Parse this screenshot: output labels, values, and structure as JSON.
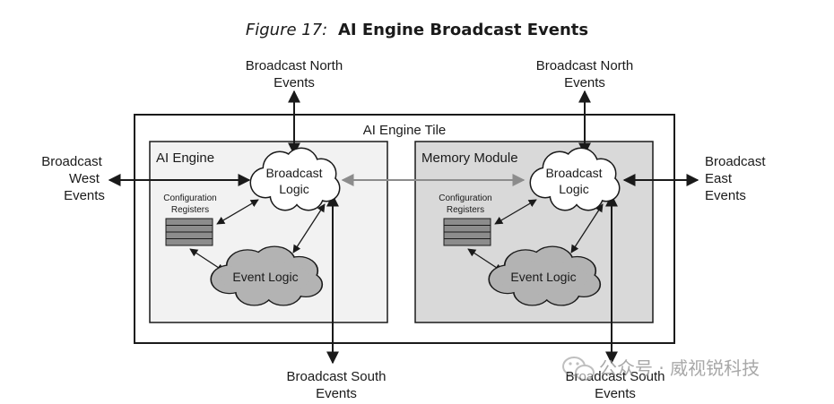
{
  "caption": {
    "prefix": "Figure 17:",
    "title": "AI Engine Broadcast Events"
  },
  "labels": {
    "north_left_line1": "Broadcast North",
    "north_left_line2": "Events",
    "north_right_line1": "Broadcast North",
    "north_right_line2": "Events",
    "west_line1": "Broadcast",
    "west_line2": "West",
    "west_line3": "Events",
    "east_line1": "Broadcast",
    "east_line2": "East",
    "east_line3": "Events",
    "south_left_line1": "Broadcast South",
    "south_left_line2": "Events",
    "south_right_line1": "Broadcast South",
    "south_right_line2": "Events"
  },
  "tile": {
    "title": "AI Engine Tile"
  },
  "ai_engine": {
    "title": "AI Engine",
    "broadcast_line1": "Broadcast",
    "broadcast_line2": "Logic",
    "config_line1": "Configuration",
    "config_line2": "Registers",
    "event_logic": "Event Logic"
  },
  "memory_module": {
    "title": "Memory Module",
    "broadcast_line1": "Broadcast",
    "broadcast_line2": "Logic",
    "config_line1": "Configuration",
    "config_line2": "Registers",
    "event_logic": "Event Logic"
  },
  "watermark": "公众号 · 威视锐科技",
  "colors": {
    "tile_border": "#1a1a1a",
    "ai_engine_fill": "#f2f2f2",
    "memory_module_fill": "#d9d9d9",
    "event_logic_fill": "#b3b3b3",
    "broadcast_fill": "#ffffff",
    "register_fill": "#8c8c8c",
    "inter_arrow": "#8c8c8c"
  }
}
